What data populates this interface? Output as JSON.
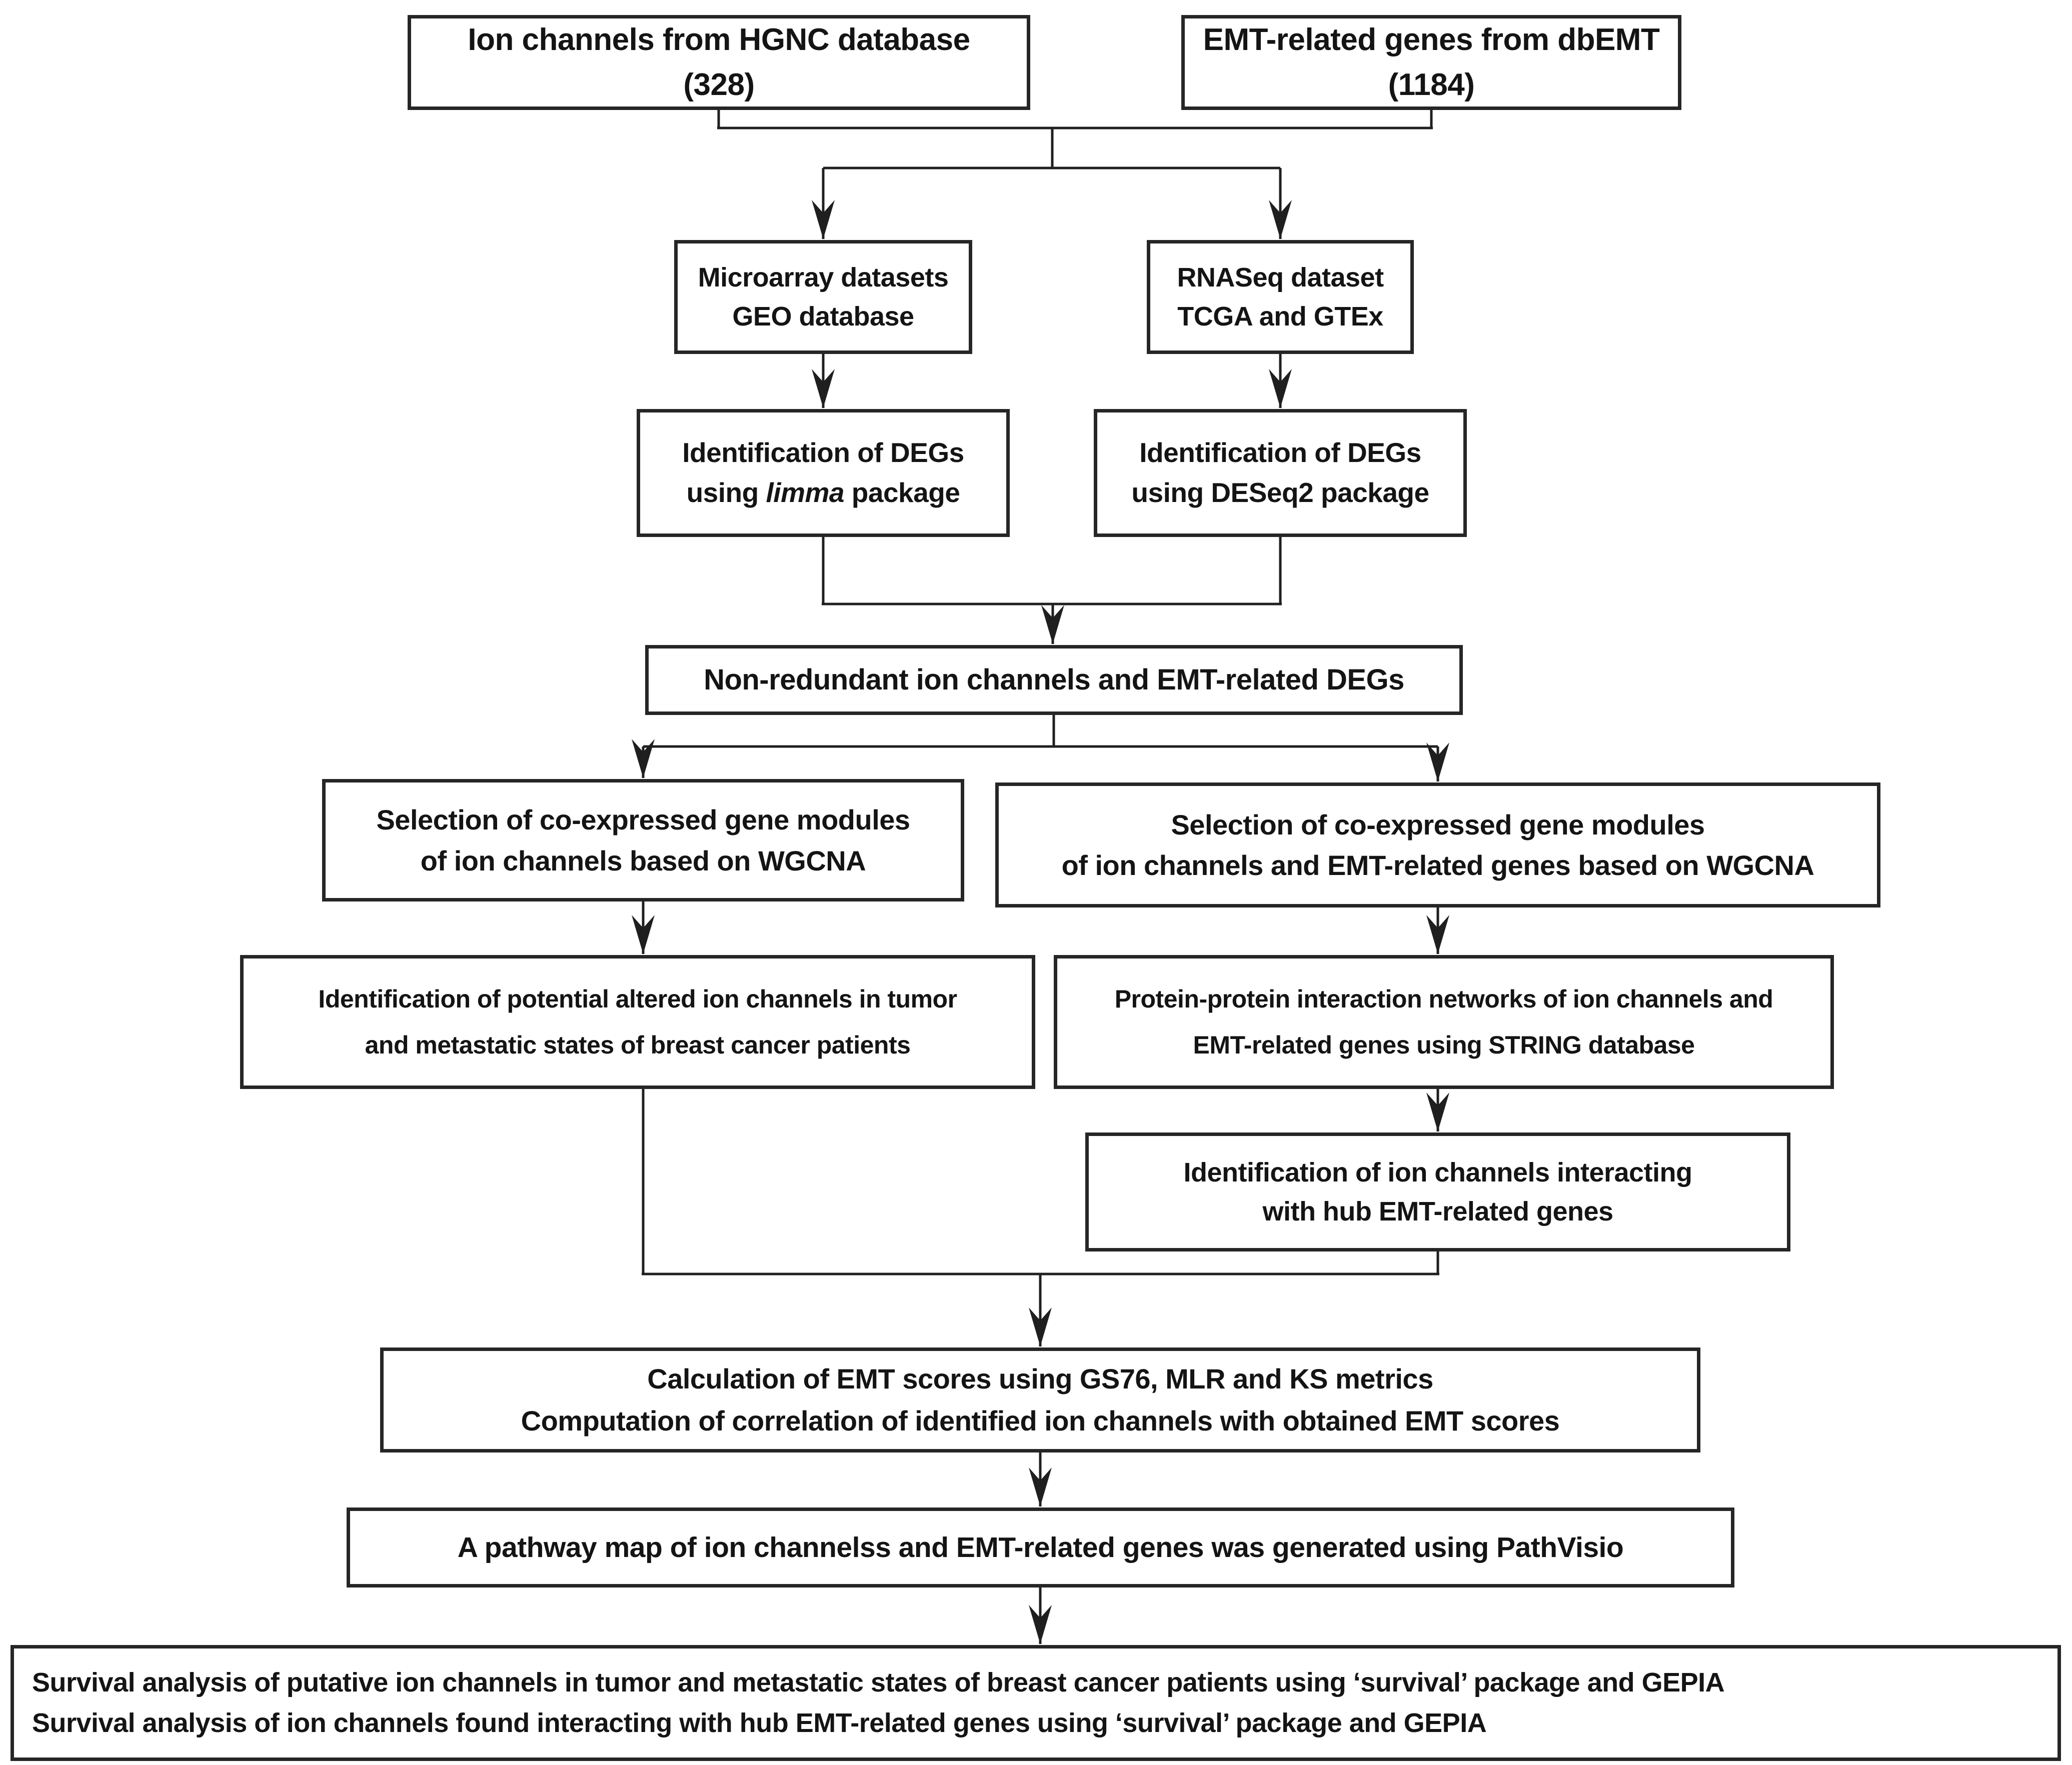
{
  "figure": {
    "type": "flowchart",
    "description": "Study workflow of ion channels and EMT-related genes analysis in breast cancer"
  },
  "colors": {
    "ink": "#1f1f1f",
    "border": "#262626",
    "background": "#ffffff"
  },
  "nodes": {
    "hgnc": [
      "Ion channels from HGNC database",
      "(328)"
    ],
    "dbemt": [
      "EMT-related genes from dbEMT",
      "(1184)"
    ],
    "microarray": [
      "Microarray datasets",
      "GEO database"
    ],
    "rnaseq": [
      "RNASeq dataset",
      "TCGA and GTEx"
    ],
    "degs_limma": {
      "0": "Identification of DEGs",
      "pre": "using ",
      "em": "limma",
      "post": " package"
    },
    "degs_deseq2": [
      "Identification of DEGs",
      "using DESeq2 package"
    ],
    "nonredundant": [
      "Non-redundant ion channels and EMT-related DEGs"
    ],
    "wgcna_ion": [
      "Selection of co-expressed gene modules",
      "of ion channels based on WGCNA"
    ],
    "wgcna_ion_emt": [
      "Selection of co-expressed gene modules",
      "of ion channels and EMT-related genes based on WGCNA"
    ],
    "altered_channels": [
      "Identification of potential altered ion channels in tumor",
      "and metastatic states of breast cancer patients"
    ],
    "ppi_string": [
      "Protein-protein interaction networks of ion channels and",
      "EMT-related genes using STRING database"
    ],
    "hub_interacting": [
      "Identification of ion channels interacting",
      "with hub EMT-related genes"
    ],
    "emt_scores": [
      "Calculation of EMT scores using GS76, MLR and KS metrics",
      "Computation of correlation of identified ion channels with obtained EMT scores"
    ],
    "pathvisio": [
      "A pathway map of ion channelss and EMT-related genes was generated using PathVisio"
    ],
    "survival": [
      "Survival analysis of putative ion channels in tumor and metastatic states of breast cancer patients using ‘survival’ package and GEPIA",
      "Survival analysis of ion channels found interacting with hub EMT-related genes using ‘survival’ package and GEPIA"
    ]
  }
}
